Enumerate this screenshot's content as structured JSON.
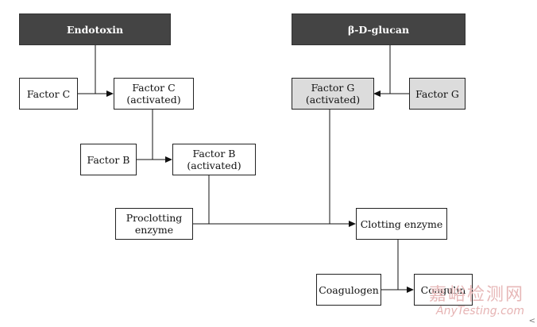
{
  "nodes": {
    "endotoxin": "Endotoxin",
    "beta_d_glucan": "β-D-glucan",
    "factor_c": "Factor C",
    "factor_c_activated": "Factor C\n(activated)",
    "factor_g_activated": "Factor G\n(activated)",
    "factor_g": "Factor G",
    "factor_b": "Factor B",
    "factor_b_activated": "Factor B\n(activated)",
    "proclotting_enzyme": "Proclotting\nenzyme",
    "clotting_enzyme": "Clotting enzyme",
    "coagulogen": "Coagulogen",
    "coagulin": "Coagulin"
  },
  "watermark": {
    "chinese": "嘉峪检测网",
    "english": "AnyTesting.com"
  },
  "edge_mark": "<"
}
